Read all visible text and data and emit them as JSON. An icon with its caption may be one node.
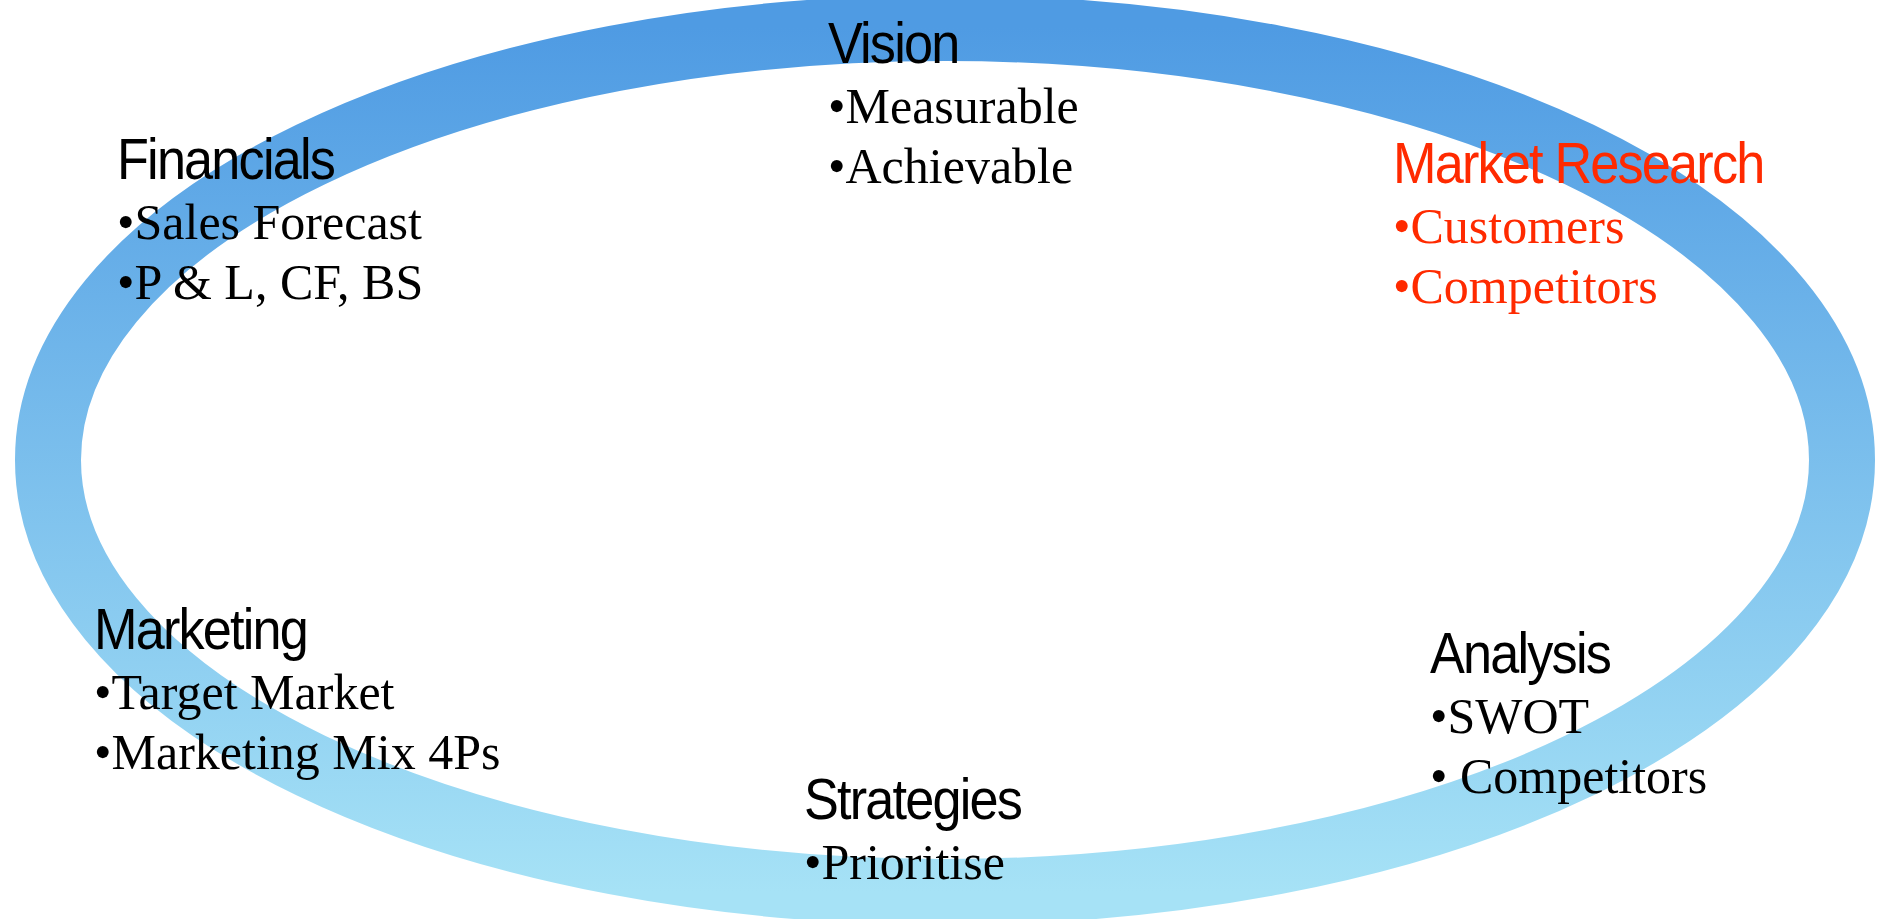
{
  "diagram": {
    "nodes": [
      {
        "text": [
          "Vision",
          "•Measurable",
          "•Achievable"
        ]
      },
      {
        "text": [
          "Financials",
          "•Sales Forecast",
          "•P & L, CF, BS"
        ]
      },
      {
        "text": [
          "Market Research",
          "•Customers",
          "•Competitors"
        ]
      },
      {
        "text": [
          "Marketing",
          "•Target Market",
          "•Marketing Mix 4Ps"
        ]
      },
      {
        "text": [
          "Analysis",
          "•SWOT",
          "• Competitors"
        ]
      },
      {
        "text": [
          "Strategies",
          "•Prioritise"
        ]
      }
    ]
  }
}
